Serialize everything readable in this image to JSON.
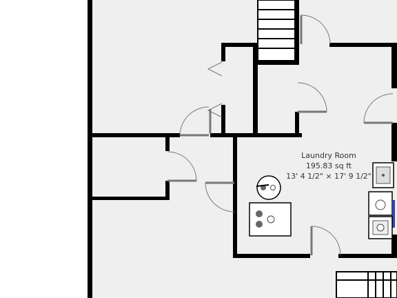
{
  "room": {
    "name": "Laundry Room",
    "area": "195.83 sq ft",
    "dimensions": "13' 4 1/2\" × 17' 9 1/2\""
  },
  "colors": {
    "floor": "#efefef",
    "wall": "#000000",
    "door_leaf": "#777777",
    "background": "#ffffff"
  },
  "fixtures": [
    "stairs-up",
    "stairs-down",
    "laundry-sink",
    "washer",
    "dryer",
    "water-heater",
    "furnace",
    "bifold-closet-doors",
    "hinged-doors"
  ]
}
